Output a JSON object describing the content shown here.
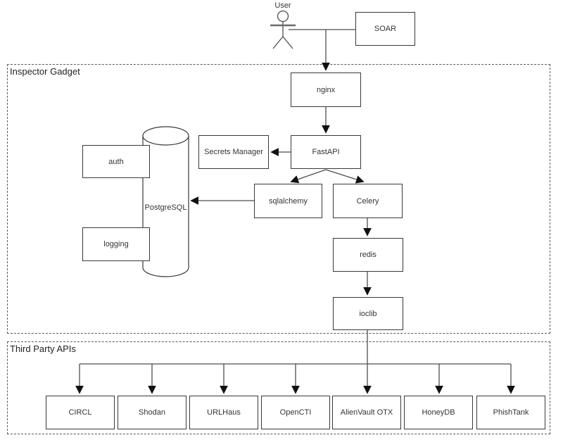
{
  "colors": {
    "line": "#4d4d4d",
    "box_border": "#383838",
    "background": "#ffffff"
  },
  "actor": {
    "label": "User"
  },
  "external": {
    "soar": {
      "label": "SOAR"
    }
  },
  "containers": {
    "inspector_gadget": {
      "label": "Inspector Gadget",
      "nodes": {
        "nginx": {
          "label": "nginx"
        },
        "fastapi": {
          "label": "FastAPI"
        },
        "secrets_manager": {
          "label": "Secrets Manager"
        },
        "sqlalchemy": {
          "label": "sqlalchemy"
        },
        "celery": {
          "label": "Celery"
        },
        "redis": {
          "label": "redis"
        },
        "ioclib": {
          "label": "ioclib"
        },
        "postgresql": {
          "label": "PostgreSQL",
          "shape": "cylinder"
        },
        "auth": {
          "label": "auth"
        },
        "logging": {
          "label": "logging"
        }
      }
    },
    "third_party_apis": {
      "label": "Third Party APIs",
      "nodes": {
        "circl": {
          "label": "CIRCL"
        },
        "shodan": {
          "label": "Shodan"
        },
        "urlhaus": {
          "label": "URLHaus"
        },
        "opencti": {
          "label": "OpenCTI"
        },
        "alienvault_otx": {
          "label": "AlienVault OTX"
        },
        "honeydb": {
          "label": "HoneyDB"
        },
        "phishtank": {
          "label": "PhishTank"
        }
      }
    }
  },
  "edges": [
    {
      "from": "User",
      "to": "SOAR",
      "arrow": false
    },
    {
      "from": "User",
      "to": "nginx",
      "arrow": true
    },
    {
      "from": "nginx",
      "to": "FastAPI",
      "arrow": true
    },
    {
      "from": "FastAPI",
      "to": "Secrets Manager",
      "arrow": true
    },
    {
      "from": "FastAPI",
      "to": "sqlalchemy",
      "arrow": true
    },
    {
      "from": "FastAPI",
      "to": "Celery",
      "arrow": true
    },
    {
      "from": "sqlalchemy",
      "to": "PostgreSQL",
      "arrow": true
    },
    {
      "from": "Celery",
      "to": "redis",
      "arrow": true
    },
    {
      "from": "redis",
      "to": "ioclib",
      "arrow": true
    },
    {
      "from": "ioclib",
      "to": "CIRCL",
      "arrow": true
    },
    {
      "from": "ioclib",
      "to": "Shodan",
      "arrow": true
    },
    {
      "from": "ioclib",
      "to": "URLHaus",
      "arrow": true
    },
    {
      "from": "ioclib",
      "to": "OpenCTI",
      "arrow": true
    },
    {
      "from": "ioclib",
      "to": "AlienVault OTX",
      "arrow": true
    },
    {
      "from": "ioclib",
      "to": "HoneyDB",
      "arrow": true
    },
    {
      "from": "ioclib",
      "to": "PhishTank",
      "arrow": true
    }
  ]
}
